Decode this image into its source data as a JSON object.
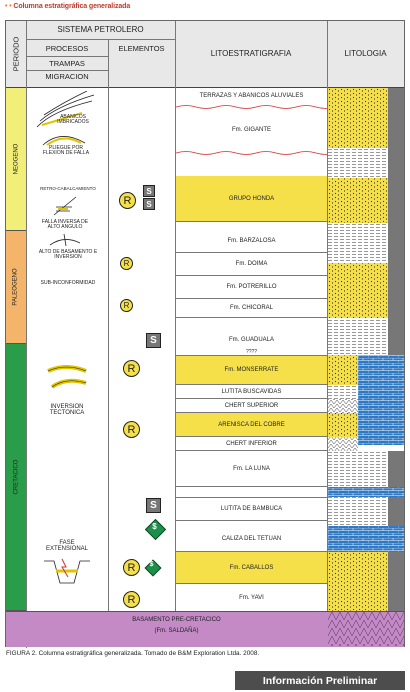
{
  "title_dots": "• •",
  "title": "Columna estratigráfica generalizada",
  "headers": {
    "periodo": "PERIODO",
    "sistema": "SISTEMA PETROLERO",
    "procesos": "PROCESOS",
    "elementos": "ELEMENTOS",
    "trampas": "TRAMPAS",
    "migracion": "MIGRACION",
    "lito": "LITOESTRATIGRAFIA",
    "litologia": "LITOLOGIA"
  },
  "periods": {
    "neogeno": "NEOGENO",
    "paleogeno": "PALEOGENO",
    "cretacico": "CRETACICO"
  },
  "processes": {
    "abanicos": "ABANICOS IMBRICADOS",
    "pliegue": "PLIEGUE POR FLEXION DE FALLA",
    "retro": "RETRO-CABALCAMIENTO",
    "falla": "FALLA INVERSA DE ALTO ANGULO",
    "alto": "ALTO DE BASAMENTO E INVERSION",
    "sub": "SUB-INCONFORMIDAD",
    "inversion": "INVERSION TECTONICA",
    "fase": "FASE EXTENSIONAL"
  },
  "symbols": {
    "R": "R",
    "S": "S",
    "S2": "$"
  },
  "formations": {
    "terrazas": "TERRAZAS Y ABANICOS ALUVIALES",
    "gigante": "Fm. GIGANTE",
    "honda": "GRUPO HONDA",
    "barzalosa": "Fm. BARZALOSA",
    "doima": "Fm. DOIMA",
    "potrerillo": "Fm. POTRERILLO",
    "chicoral": "Fm. CHICORAL",
    "guaduala": "Fm. GUADUALA",
    "q": "????",
    "monserrate": "Fm. MONSERRATE",
    "buscavidas": "LUTITA BUSCAVIDAS",
    "chertsup": "CHERT SUPERIOR",
    "cobre": "ARENISCA DEL COBRE",
    "chertinf": "CHERT INFERIOR",
    "luna": "Fm. LA LUNA",
    "bambuca": "LUTITA DE BAMBUCA",
    "tetuan": "CALIZA DEL TETUAN",
    "caballos": "Fm. CABALLOS",
    "yavi": "Fm. YAVI",
    "basamento": "BASAMENTO PRE-CRETACICO",
    "saldana": "(Fm. SALDAÑA)"
  },
  "caption": "FIGURA 2. Columna estratigráfica generalizada. Tomado de B&M Exploration Ltda. 2008.",
  "badge": "Información Preliminar",
  "colors": {
    "neogeno": "#f2ee7a",
    "paleogeno": "#f4b56a",
    "cretacico": "#2a9d4a",
    "basement": "#c38ac6",
    "yellow": "#f5e04a",
    "blue": "#2f78c4"
  }
}
